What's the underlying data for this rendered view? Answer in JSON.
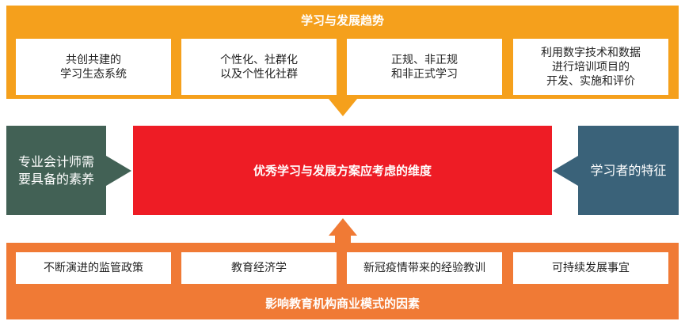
{
  "colors": {
    "top_band": "#f5a01c",
    "bottom_band": "#f07a35",
    "center": "#ee1c25",
    "left_box": "#426155",
    "right_box": "#3a6279"
  },
  "top": {
    "title": "学习与发展趋势",
    "items": [
      {
        "label": "共创共建的\n学习生态系统"
      },
      {
        "label": "个性化、社群化\n以及个性化社群"
      },
      {
        "label": "正规、非正规\n和非正式学习"
      },
      {
        "label": "利用数字技术和数据\n进行培训项目的\n开发、实施和评价"
      }
    ]
  },
  "center": {
    "label": "优秀学习与发展方案应考虑的维度"
  },
  "left": {
    "label": "专业会计师需\n要具备的素养"
  },
  "right": {
    "label": "学习者的特征"
  },
  "bottom": {
    "title": "影响教育机构商业模式的因素",
    "items": [
      {
        "label": "不断演进的监管政策"
      },
      {
        "label": "教育经济学"
      },
      {
        "label": "新冠疫情带来的经验教训"
      },
      {
        "label": "可持续发展事宜"
      }
    ]
  }
}
